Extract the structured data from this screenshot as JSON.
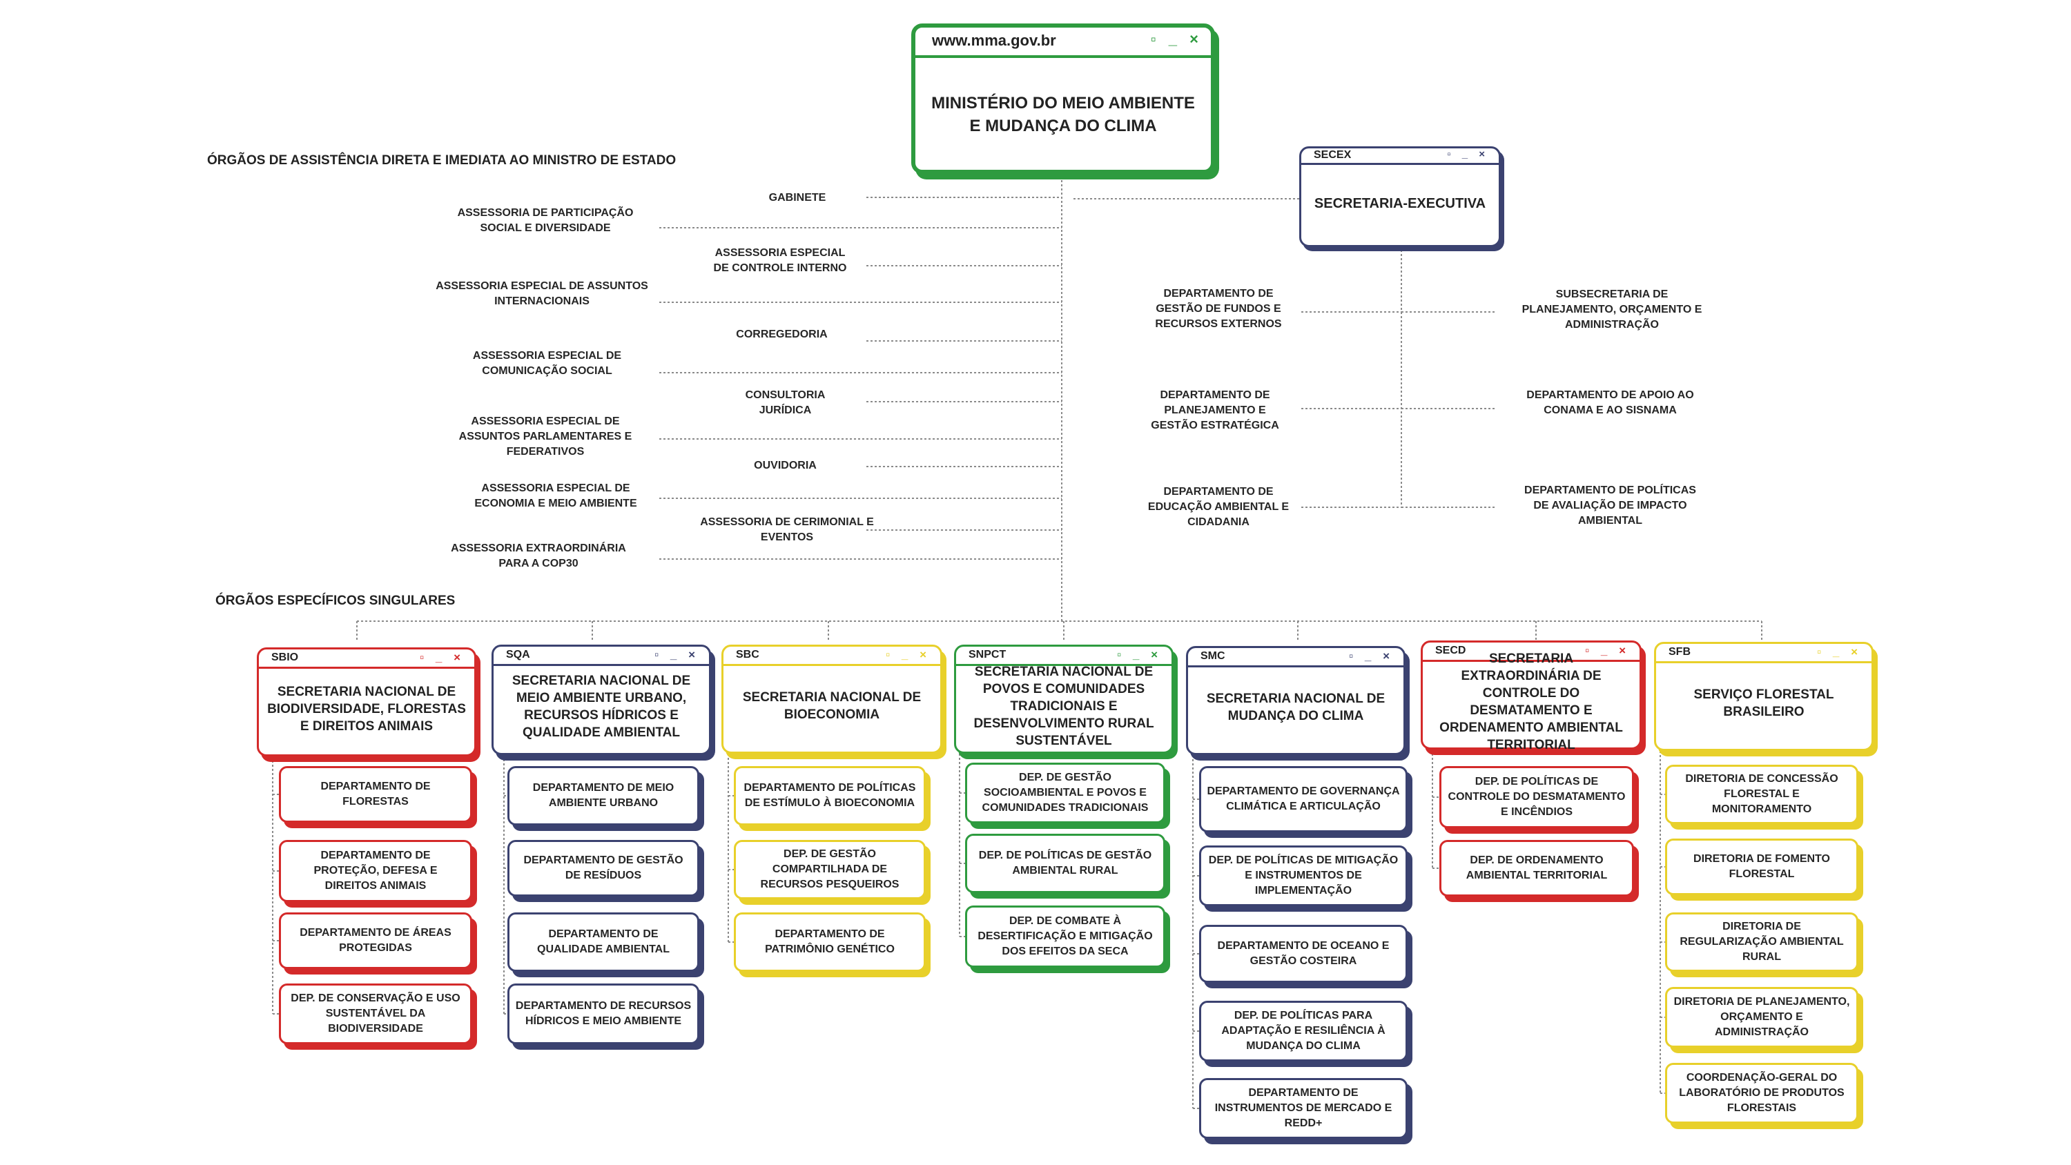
{
  "ministry": {
    "url": "www.mma.gov.br",
    "title": "MINISTÉRIO DO MEIO AMBIENTE E MUDANÇA DO CLIMA"
  },
  "sections": {
    "direct": "ÓRGÃOS DE ASSISTÊNCIA DIRETA E IMEDIATA AO MINISTRO DE ESTADO",
    "specific": "ÓRGÃOS ESPECÍFICOS SINGULARES"
  },
  "assist_left": [
    "ASSESSORIA DE PARTICIPAÇÃO SOCIAL E DIVERSIDADE",
    "ASSESSORIA ESPECIAL DE ASSUNTOS INTERNACIONAIS",
    "ASSESSORIA ESPECIAL DE COMUNICAÇÃO SOCIAL",
    "ASSESSORIA ESPECIAL DE ASSUNTOS PARLAMENTARES E FEDERATIVOS",
    "ASSESSORIA ESPECIAL DE ECONOMIA E MEIO AMBIENTE",
    "ASSESSORIA EXTRAORDINÁRIA PARA A COP30"
  ],
  "assist_mid": [
    "GABINETE",
    "ASSESSORIA ESPECIAL DE CONTROLE INTERNO",
    "CORREGEDORIA",
    "CONSULTORIA JURÍDICA",
    "OUVIDORIA",
    "ASSESSORIA DE CERIMONIAL E EVENTOS"
  ],
  "secex": {
    "acronym": "SECEX",
    "title": "SECRETARIA-EXECUTIVA",
    "left": [
      "DEPARTAMENTO DE GESTÃO DE FUNDOS E RECURSOS EXTERNOS",
      "DEPARTAMENTO DE PLANEJAMENTO E GESTÃO ESTRATÉGICA",
      "DEPARTAMENTO DE EDUCAÇÃO AMBIENTAL E CIDADANIA"
    ],
    "right": [
      "SUBSECRETARIA DE PLANEJAMENTO, ORÇAMENTO E ADMINISTRAÇÃO",
      "DEPARTAMENTO DE APOIO AO CONAMA E AO SISNAMA",
      "DEPARTAMENTO DE POLÍTICAS DE AVALIAÇÃO DE IMPACTO AMBIENTAL"
    ]
  },
  "window_controls": "▫ _ ×",
  "colors": {
    "red": "#d42a2a",
    "navy": "#3b4270",
    "yellow": "#e8d02a",
    "green": "#2e9b3f"
  },
  "secretariats": [
    {
      "acronym": "SBIO",
      "color": "red",
      "title": "SECRETARIA NACIONAL DE BIODIVERSIDADE, FLORESTAS E DIREITOS ANIMAIS",
      "depts": [
        "DEPARTAMENTO DE FLORESTAS",
        "DEPARTAMENTO DE PROTEÇÃO, DEFESA E DIREITOS ANIMAIS",
        "DEPARTAMENTO DE ÁREAS PROTEGIDAS",
        "DEP. DE CONSERVAÇÃO E USO SUSTENTÁVEL DA BIODIVERSIDADE"
      ]
    },
    {
      "acronym": "SQA",
      "color": "navy",
      "title": "SECRETARIA NACIONAL DE MEIO AMBIENTE URBANO, RECURSOS HÍDRICOS E QUALIDADE AMBIENTAL",
      "depts": [
        "DEPARTAMENTO DE MEIO AMBIENTE URBANO",
        "DEPARTAMENTO DE GESTÃO DE RESÍDUOS",
        "DEPARTAMENTO DE QUALIDADE AMBIENTAL",
        "DEPARTAMENTO DE RECURSOS HÍDRICOS E MEIO AMBIENTE"
      ]
    },
    {
      "acronym": "SBC",
      "color": "yellow",
      "title": "SECRETARIA NACIONAL DE BIOECONOMIA",
      "depts": [
        "DEPARTAMENTO DE POLÍTICAS DE ESTÍMULO À BIOECONOMIA",
        "DEP. DE GESTÃO COMPARTILHADA DE RECURSOS PESQUEIROS",
        "DEPARTAMENTO DE PATRIMÔNIO GENÉTICO"
      ]
    },
    {
      "acronym": "SNPCT",
      "color": "green",
      "title": "SECRETARIA NACIONAL DE POVOS E COMUNIDADES TRADICIONAIS E DESENVOLVIMENTO RURAL SUSTENTÁVEL",
      "depts": [
        "DEP. DE GESTÃO SOCIOAMBIENTAL E POVOS E COMUNIDADES TRADICIONAIS",
        "DEP. DE POLÍTICAS DE GESTÃO AMBIENTAL RURAL",
        "DEP. DE COMBATE À DESERTIFICAÇÃO E MITIGAÇÃO DOS EFEITOS DA SECA"
      ]
    },
    {
      "acronym": "SMC",
      "color": "navy",
      "title": "SECRETARIA NACIONAL DE MUDANÇA DO CLIMA",
      "depts": [
        "DEPARTAMENTO DE GOVERNANÇA CLIMÁTICA E ARTICULAÇÃO",
        "DEP. DE POLÍTICAS DE MITIGAÇÃO E INSTRUMENTOS DE IMPLEMENTAÇÃO",
        "DEPARTAMENTO DE OCEANO E GESTÃO COSTEIRA",
        "DEP. DE POLÍTICAS PARA ADAPTAÇÃO E RESILIÊNCIA À MUDANÇA DO CLIMA",
        "DEPARTAMENTO DE INSTRUMENTOS DE MERCADO E REDD+"
      ]
    },
    {
      "acronym": "SECD",
      "color": "red",
      "title": "SECRETARIA EXTRAORDINÁRIA DE CONTROLE DO DESMATAMENTO E ORDENAMENTO AMBIENTAL TERRITORIAL",
      "depts": [
        "DEP. DE POLÍTICAS DE CONTROLE DO DESMATAMENTO E INCÊNDIOS",
        "DEP. DE ORDENAMENTO AMBIENTAL TERRITORIAL"
      ]
    },
    {
      "acronym": "SFB",
      "color": "yellow",
      "title": "SERVIÇO FLORESTAL BRASILEIRO",
      "depts": [
        "DIRETORIA DE CONCESSÃO FLORESTAL E MONITORAMENTO",
        "DIRETORIA DE FOMENTO FLORESTAL",
        "DIRETORIA DE REGULARIZAÇÃO AMBIENTAL RURAL",
        "DIRETORIA DE PLANEJAMENTO, ORÇAMENTO E ADMINISTRAÇÃO",
        "COORDENAÇÃO-GERAL DO LABORATÓRIO DE PRODUTOS FLORESTAIS"
      ]
    }
  ]
}
